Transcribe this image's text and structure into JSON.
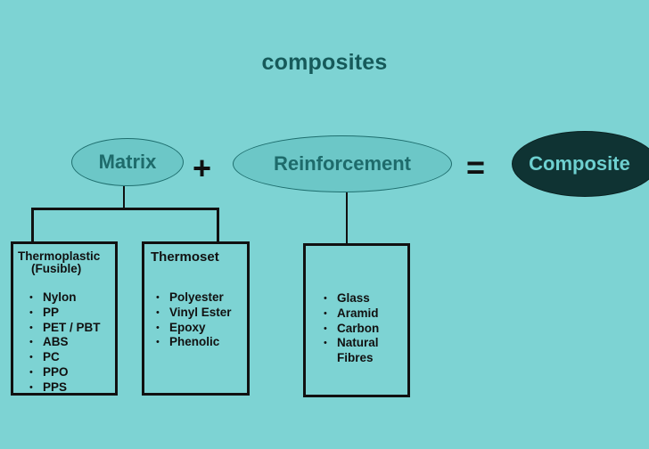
{
  "title": "composites",
  "equation": {
    "matrix": "Matrix",
    "plus": "+",
    "reinforcement": "Reinforcement",
    "equals": "=",
    "composite": "Composite"
  },
  "thermoplastic": {
    "title": "Thermoplastic",
    "subtitle": "(Fusible)",
    "items": [
      "Nylon",
      "PP",
      "PET / PBT",
      "ABS",
      "PC",
      "PPO",
      "PPS"
    ]
  },
  "thermoset": {
    "title": "Thermoset",
    "items": [
      "Polyester",
      "Vinyl Ester",
      "Epoxy",
      "Phenolic"
    ]
  },
  "reinforcement_types": {
    "items": [
      "Glass",
      "Aramid",
      "Carbon",
      "Natural Fibres"
    ]
  },
  "colors": {
    "background": "#7dd3d3",
    "ellipse_fill": "#6cc7c7",
    "ellipse_text": "#1e6b6b",
    "composite_fill": "#0f3333",
    "composite_text": "#6ed0d0"
  }
}
